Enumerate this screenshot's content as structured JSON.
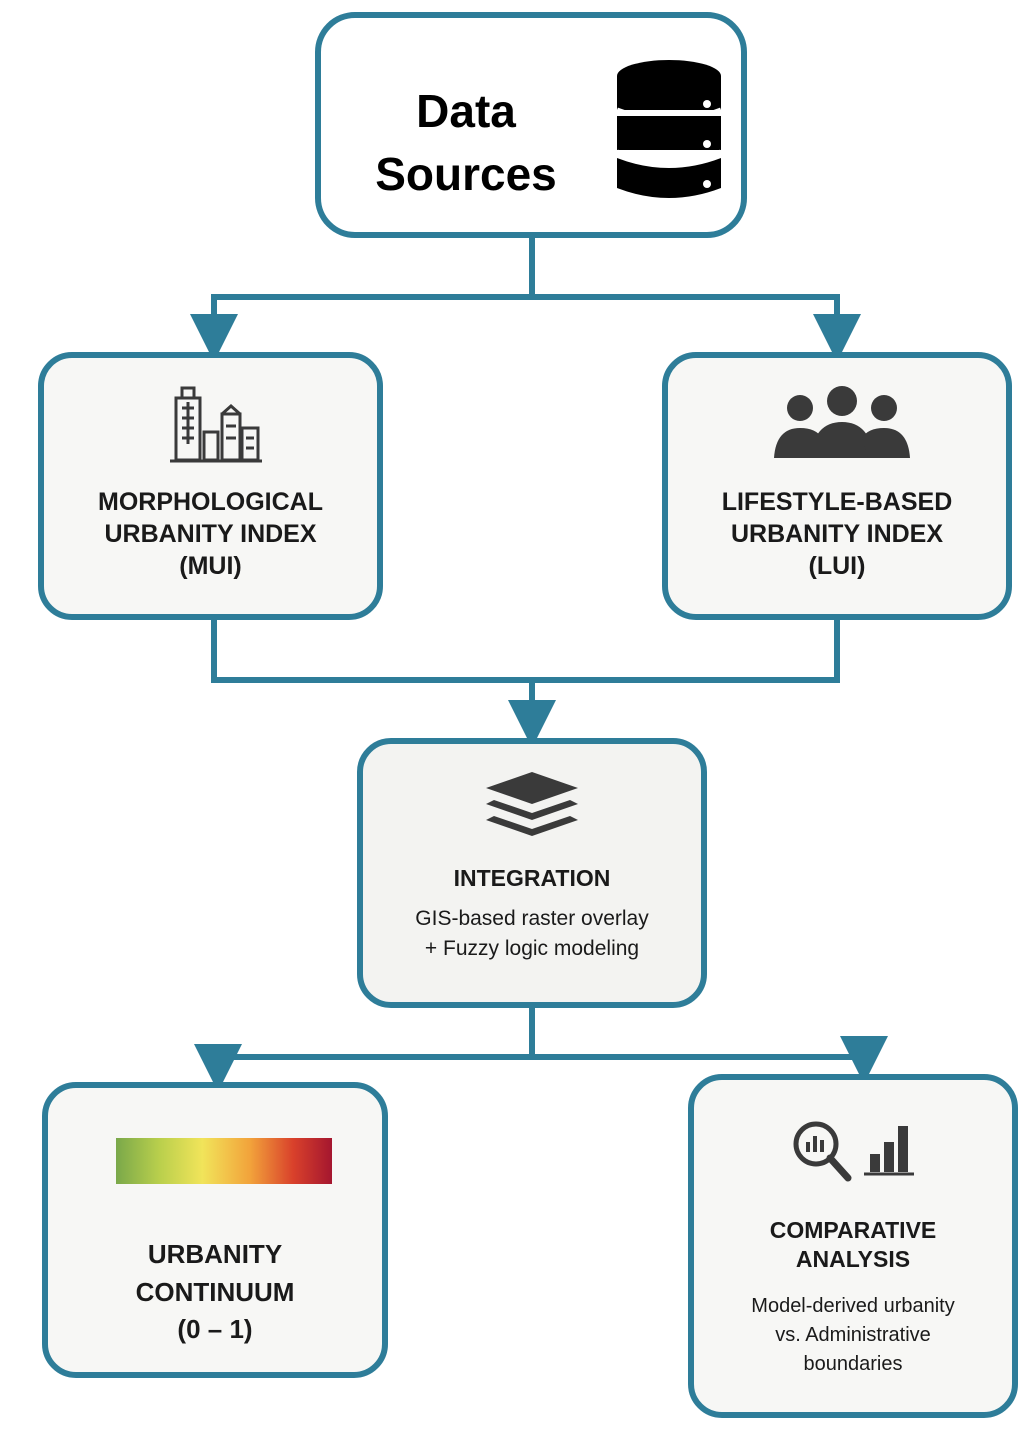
{
  "diagram": {
    "colors": {
      "accent": "#2e7d99",
      "text": "#1a1a1a"
    },
    "nodes": {
      "data_sources": {
        "title_line1": "Data",
        "title_line2": "Sources",
        "icon": "database-icon"
      },
      "mui": {
        "line1": "MORPHOLOGICAL",
        "line2": "URBANITY INDEX",
        "line3": "(MUI)",
        "icon": "buildings-icon"
      },
      "lui": {
        "line1": "LIFESTYLE-BASED",
        "line2": "URBANITY INDEX",
        "line3": "(LUI)",
        "icon": "people-icon"
      },
      "integration": {
        "title": "INTEGRATION",
        "sub1": "GIS-based raster overlay",
        "sub2": "+ Fuzzy logic modeling",
        "icon": "layers-icon"
      },
      "continuum": {
        "line1": "URBANITY",
        "line2": "CONTINUUM",
        "line3": "(0 – 1)",
        "icon": "gradient-bar"
      },
      "comparative": {
        "line1": "COMPARATIVE",
        "line2": "ANALYSIS",
        "sub1": "Model-derived urbanity",
        "sub2": "vs. Administrative",
        "sub3": "boundaries",
        "icon": "magnifier-chart-icon"
      }
    },
    "edges": [
      {
        "from": "data_sources",
        "to": "mui"
      },
      {
        "from": "data_sources",
        "to": "lui"
      },
      {
        "from": "mui",
        "to": "integration"
      },
      {
        "from": "lui",
        "to": "integration"
      },
      {
        "from": "integration",
        "to": "continuum"
      },
      {
        "from": "integration",
        "to": "comparative"
      }
    ]
  }
}
